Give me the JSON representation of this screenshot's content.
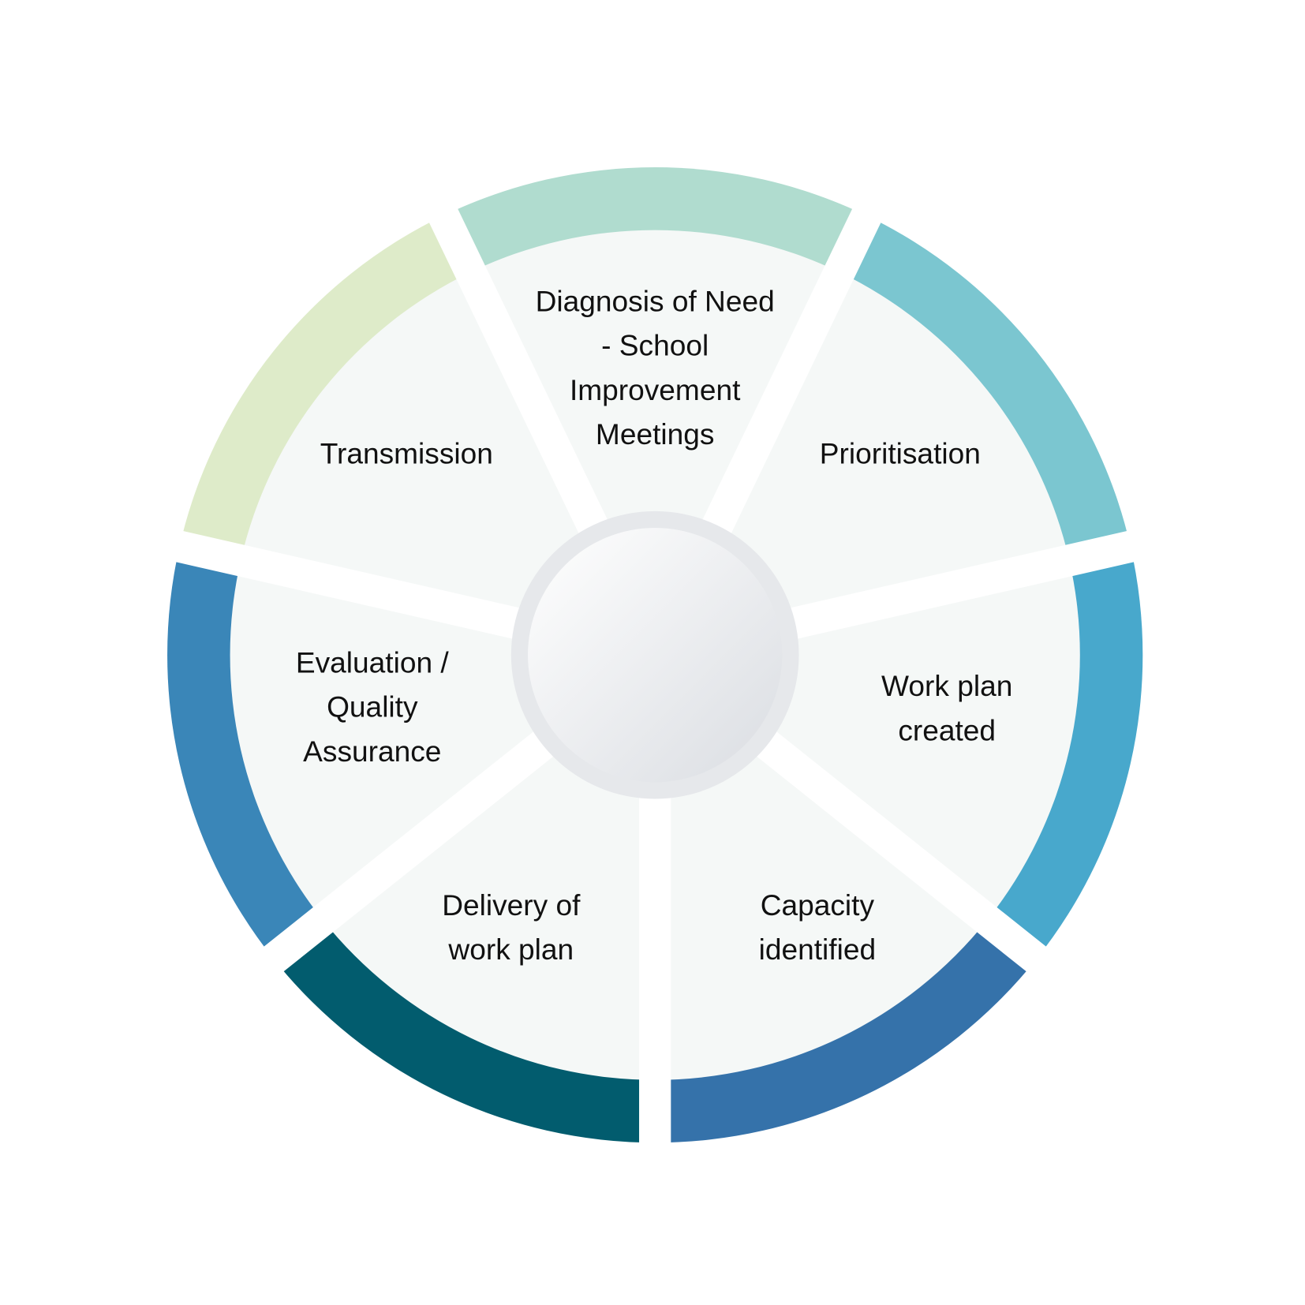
{
  "diagram": {
    "segments": [
      {
        "id": "diagnosis",
        "lines": [
          "Diagnosis of Need",
          "- School",
          "Improvement",
          "Meetings"
        ],
        "color": "#b0dccf"
      },
      {
        "id": "prioritisation",
        "lines": [
          "Prioritisation"
        ],
        "color": "#7bc6d0"
      },
      {
        "id": "work-plan-created",
        "lines": [
          "Work plan",
          "created"
        ],
        "color": "#48a8cc"
      },
      {
        "id": "capacity-identified",
        "lines": [
          "Capacity",
          "identified"
        ],
        "color": "#3572aa"
      },
      {
        "id": "delivery-of-work-plan",
        "lines": [
          "Delivery of",
          "work plan"
        ],
        "color": "#025c6e"
      },
      {
        "id": "evaluation-quality-assurance",
        "lines": [
          "Evaluation /",
          "Quality",
          "Assurance"
        ],
        "color": "#3a86b8"
      },
      {
        "id": "transmission",
        "lines": [
          "Transmission"
        ],
        "color": "#deebc9"
      }
    ],
    "inner_fill": "#f5f8f7",
    "hub_ring": "#e6e8eb"
  }
}
